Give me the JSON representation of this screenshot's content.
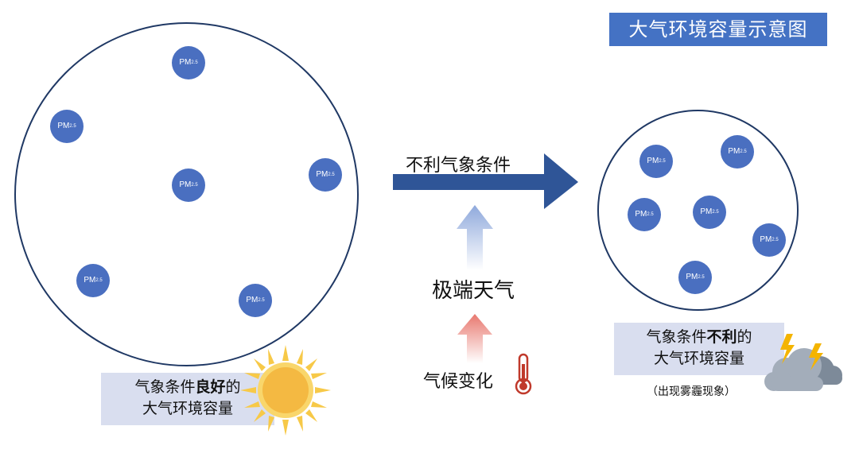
{
  "title": "大气环境容量示意图",
  "particle_label": {
    "main": "PM",
    "sub": "2.5"
  },
  "left_panel": {
    "label_line1_pre": "气象条件",
    "label_line1_bold": "良好",
    "label_line1_post": "的",
    "label_line2": "大气环境容量",
    "icon": "sun-icon"
  },
  "right_panel": {
    "label_line1_pre": "气象条件",
    "label_line1_bold": "不利",
    "label_line1_post": "的",
    "label_line2": "大气环境容量",
    "note": "（出现雾霾现象）",
    "icon": "storm-cloud-icon"
  },
  "arrow_label": "不利气象条件",
  "cause_mid": "极端天气",
  "cause_bottom": "气候变化",
  "colors": {
    "title_bg": "#4472C4",
    "particle": "#4A6FC0",
    "circle_border": "#1F3864",
    "main_arrow": "#2F5597",
    "label_bg": "#D9DEEF",
    "thermometer": "#C0392B",
    "sun": "#F4B942"
  }
}
